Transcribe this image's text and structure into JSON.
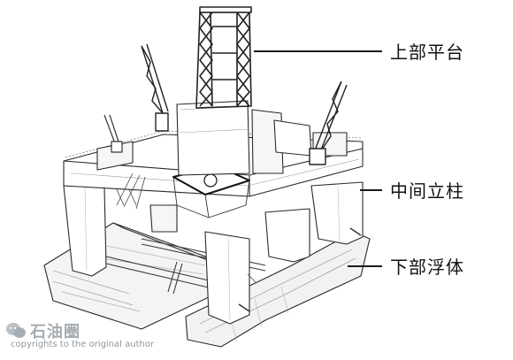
{
  "callouts": {
    "upper": "上部平台",
    "middle": "中间立柱",
    "lower": "下部浮体"
  },
  "watermark": {
    "title": "石油圈",
    "copyright": "copyrights to the original author"
  },
  "colors": {
    "ink": "#1a1a1a",
    "structure": "#2a2a2a",
    "watermark": "#9aa2a8"
  }
}
